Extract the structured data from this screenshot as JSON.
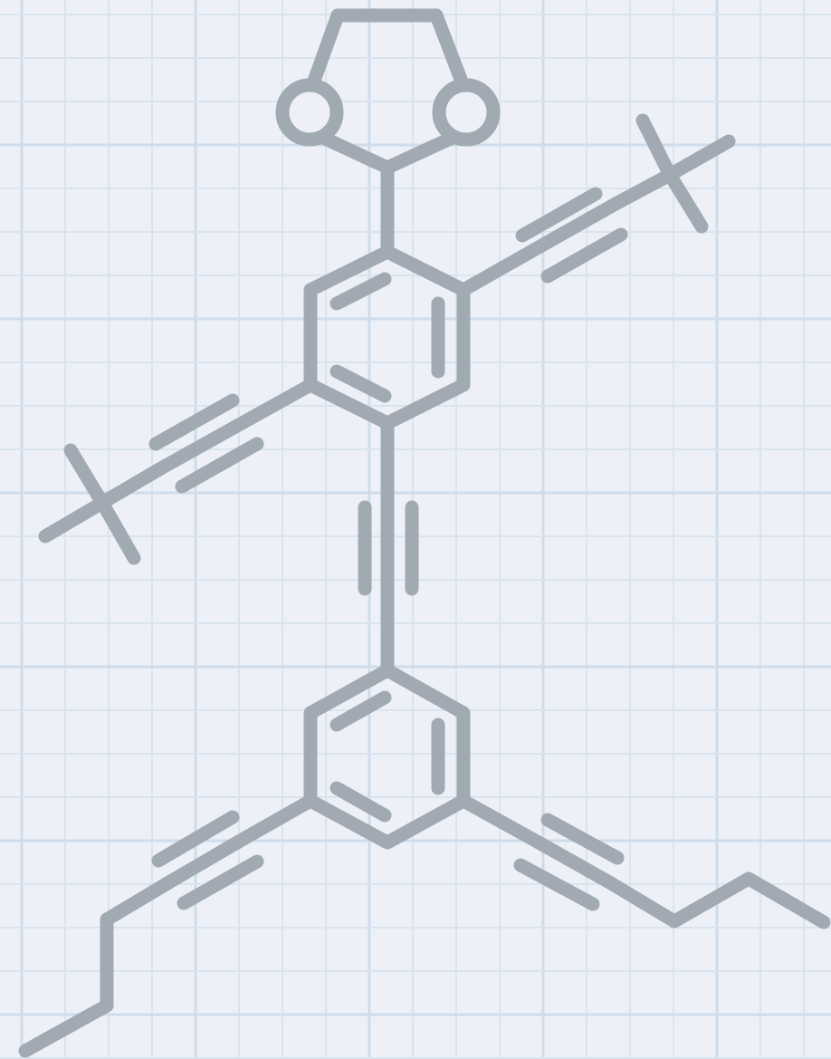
{
  "diagram": {
    "kind": "skeletal-structure",
    "colors": {
      "background": "#edf1f7",
      "grid": "#d9e4ef",
      "bond": "#a1a9b3"
    },
    "groups": [
      {
        "name": "dioxolane-ring",
        "atoms": [
          "O",
          "O"
        ]
      },
      {
        "name": "central-benzene-ring"
      },
      {
        "name": "tert-butyl-ethynyl-right"
      },
      {
        "name": "tert-butyl-ethynyl-left"
      },
      {
        "name": "bridge-alkyne"
      },
      {
        "name": "lower-benzene-ring"
      },
      {
        "name": "pentynyl-left"
      },
      {
        "name": "pentynyl-right"
      }
    ]
  }
}
